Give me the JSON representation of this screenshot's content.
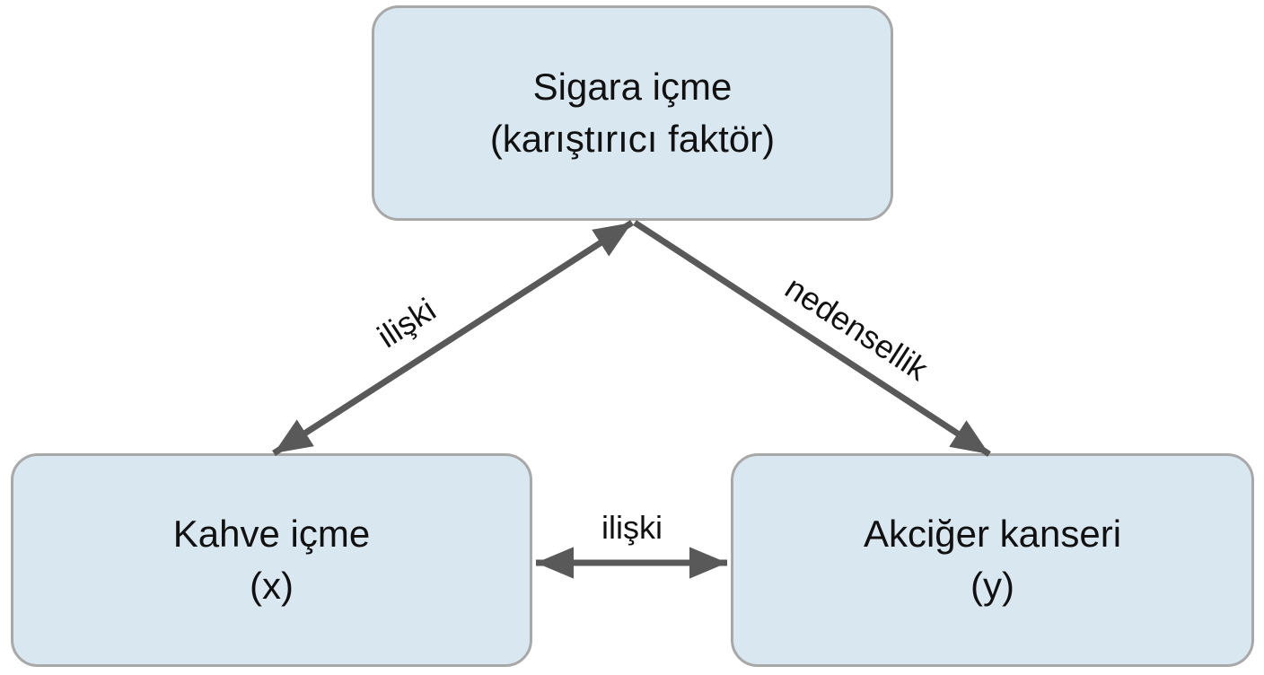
{
  "diagram": {
    "type": "confounding-factor-diagram",
    "nodes": {
      "confounder": {
        "line1": "Sigara içme",
        "line2": "(karıştırıcı faktör)"
      },
      "x": {
        "line1": "Kahve içme",
        "line2": "(x)"
      },
      "y": {
        "line1": "Akciğer kanseri",
        "line2": "(y)"
      }
    },
    "edges": {
      "confounder_x": {
        "label": "ilişki",
        "direction": "bidirectional"
      },
      "confounder_y": {
        "label": "nedensellik",
        "direction": "to-y"
      },
      "x_y": {
        "label": "ilişki",
        "direction": "bidirectional"
      }
    },
    "colors": {
      "node_fill": "#d9e8f0",
      "node_border": "#a8a8a8",
      "arrow": "#595959",
      "text": "#111111",
      "background": "#ffffff"
    }
  }
}
